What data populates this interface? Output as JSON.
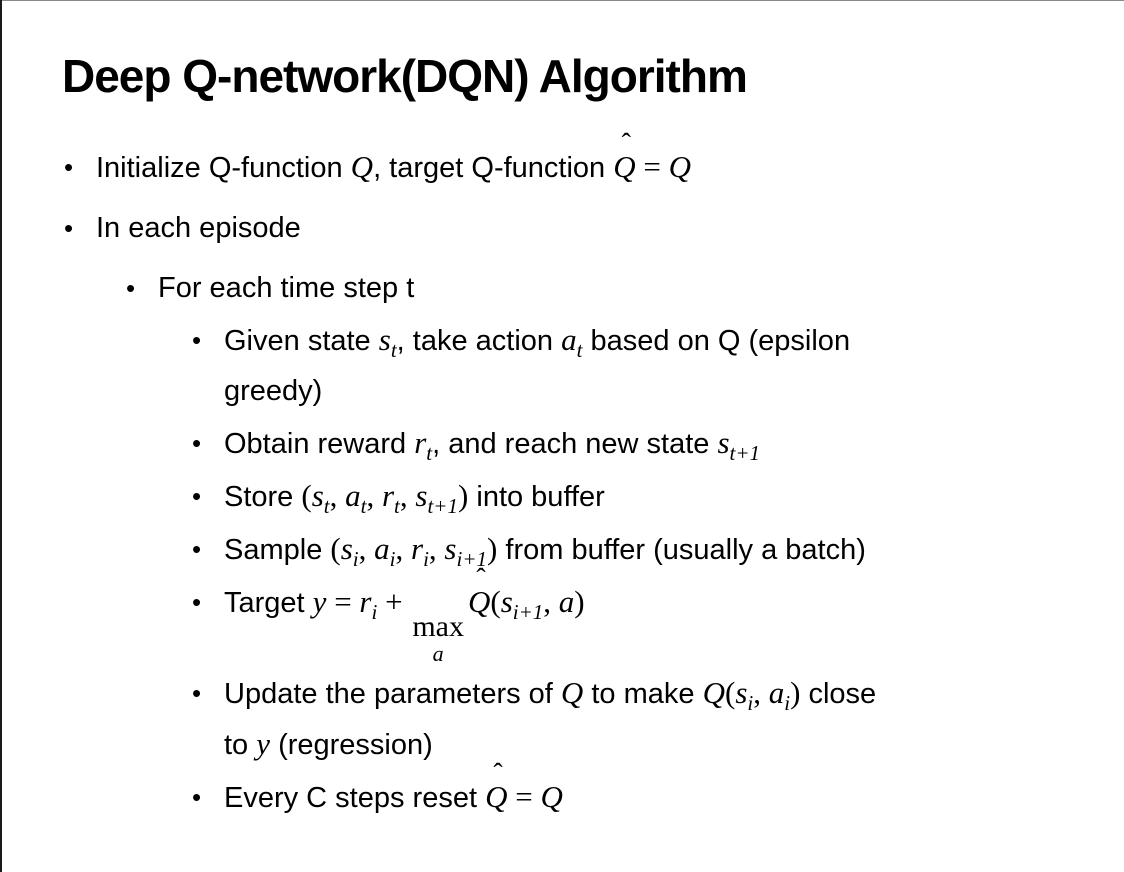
{
  "slide": {
    "title": "Deep Q-network(DQN) Algorithm",
    "symbols": {
      "bullet": "•",
      "hat": "ˆ"
    },
    "bullets": [
      {
        "level": 1,
        "segments": [
          {
            "k": "t",
            "v": "Initialize Q-function "
          },
          {
            "k": "mi",
            "v": "Q"
          },
          {
            "k": "t",
            "v": ", target Q-function "
          },
          {
            "k": "hat",
            "v": "Q"
          },
          {
            "k": "mo",
            "v": " = "
          },
          {
            "k": "mi",
            "v": "Q"
          }
        ]
      },
      {
        "level": 1,
        "segments": [
          {
            "k": "t",
            "v": "In each episode"
          }
        ]
      },
      {
        "level": 2,
        "segments": [
          {
            "k": "t",
            "v": "For each time step t"
          }
        ]
      },
      {
        "level": 3,
        "segments": [
          {
            "k": "t",
            "v": "Given state "
          },
          {
            "k": "msub",
            "b": "s",
            "s": "t"
          },
          {
            "k": "t",
            "v": ", take action "
          },
          {
            "k": "msub",
            "b": "a",
            "s": "t"
          },
          {
            "k": "t",
            "v": " based on Q (epsilon"
          },
          {
            "k": "br"
          },
          {
            "k": "t",
            "v": "greedy)"
          }
        ]
      },
      {
        "level": 3,
        "segments": [
          {
            "k": "t",
            "v": "Obtain reward "
          },
          {
            "k": "msub",
            "b": "r",
            "s": "t"
          },
          {
            "k": "t",
            "v": ", and reach new state "
          },
          {
            "k": "msub",
            "b": "s",
            "s": "t+1"
          }
        ]
      },
      {
        "level": 3,
        "segments": [
          {
            "k": "t",
            "v": "Store "
          },
          {
            "k": "mo",
            "v": "("
          },
          {
            "k": "msub",
            "b": "s",
            "s": "t"
          },
          {
            "k": "mo",
            "v": ", "
          },
          {
            "k": "msub",
            "b": "a",
            "s": "t"
          },
          {
            "k": "mo",
            "v": ", "
          },
          {
            "k": "msub",
            "b": "r",
            "s": "t"
          },
          {
            "k": "mo",
            "v": ", "
          },
          {
            "k": "msub",
            "b": "s",
            "s": "t+1"
          },
          {
            "k": "mo",
            "v": ")"
          },
          {
            "k": "t",
            "v": " into buffer"
          }
        ]
      },
      {
        "level": 3,
        "segments": [
          {
            "k": "t",
            "v": "Sample "
          },
          {
            "k": "mo",
            "v": "("
          },
          {
            "k": "msub",
            "b": "s",
            "s": "i"
          },
          {
            "k": "mo",
            "v": ", "
          },
          {
            "k": "msub",
            "b": "a",
            "s": "i"
          },
          {
            "k": "mo",
            "v": ", "
          },
          {
            "k": "msub",
            "b": "r",
            "s": "i"
          },
          {
            "k": "mo",
            "v": ", "
          },
          {
            "k": "msub",
            "b": "s",
            "s": "i+1"
          },
          {
            "k": "mo",
            "v": ")"
          },
          {
            "k": "t",
            "v": " from buffer (usually a batch)"
          }
        ]
      },
      {
        "level": 3,
        "segments": [
          {
            "k": "t",
            "v": "Target "
          },
          {
            "k": "mi",
            "v": "y"
          },
          {
            "k": "mo",
            "v": " = "
          },
          {
            "k": "msub",
            "b": "r",
            "s": "i"
          },
          {
            "k": "mo",
            "v": " + "
          },
          {
            "k": "munder",
            "top": "max",
            "bot": "a"
          },
          {
            "k": "hat",
            "v": "Q"
          },
          {
            "k": "mo",
            "v": "("
          },
          {
            "k": "msub",
            "b": "s",
            "s": "i+1"
          },
          {
            "k": "mo",
            "v": ", "
          },
          {
            "k": "mi",
            "v": "a"
          },
          {
            "k": "mo",
            "v": ")"
          }
        ]
      },
      {
        "level": 3,
        "segments": [
          {
            "k": "t",
            "v": "Update the parameters of "
          },
          {
            "k": "mi",
            "v": "Q"
          },
          {
            "k": "t",
            "v": " to make "
          },
          {
            "k": "mi",
            "v": "Q"
          },
          {
            "k": "mo",
            "v": "("
          },
          {
            "k": "msub",
            "b": "s",
            "s": "i"
          },
          {
            "k": "mo",
            "v": ", "
          },
          {
            "k": "msub",
            "b": "a",
            "s": "i"
          },
          {
            "k": "mo",
            "v": ")"
          },
          {
            "k": "t",
            "v": " close"
          },
          {
            "k": "br"
          },
          {
            "k": "t",
            "v": "to "
          },
          {
            "k": "mi",
            "v": "y"
          },
          {
            "k": "t",
            "v": " (regression)"
          }
        ]
      },
      {
        "level": 3,
        "segments": [
          {
            "k": "t",
            "v": "Every C steps reset "
          },
          {
            "k": "hat",
            "v": "Q"
          },
          {
            "k": "mo",
            "v": " = "
          },
          {
            "k": "mi",
            "v": "Q"
          }
        ]
      }
    ]
  }
}
